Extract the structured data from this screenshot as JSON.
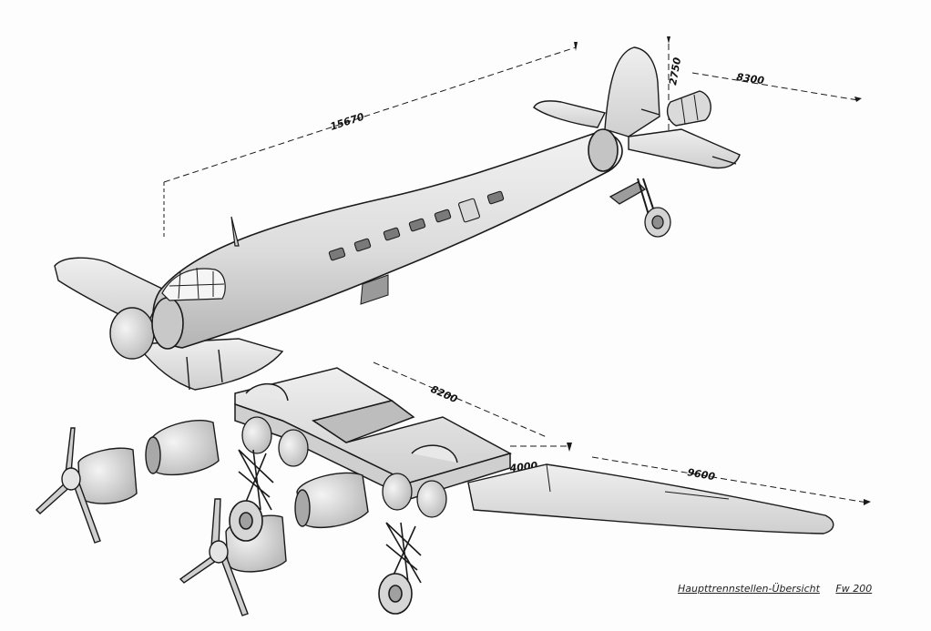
{
  "dimensions": {
    "fuselage_length": "15670",
    "tail_height": "2750",
    "tail_span": "8300",
    "center_section": "8200",
    "outer_wing_chord": "4000",
    "outer_wing_span": "9600"
  },
  "caption": {
    "title": "Haupttrennstellen-Übersicht",
    "model": "Fw 200"
  },
  "colors": {
    "ink": "#1a1a1a",
    "skin": "#e4e4e4",
    "shade": "#bdbdbd"
  }
}
